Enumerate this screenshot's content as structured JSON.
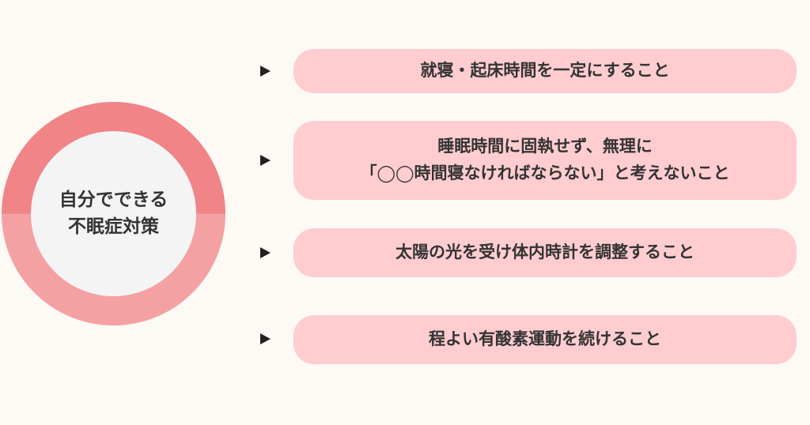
{
  "center": {
    "title": "自分でできる\n不眠症対策"
  },
  "items": [
    {
      "label": "就寝・起床時間を一定にすること"
    },
    {
      "label": "睡眠時間に固執せず、無理に\n「◯◯時間寝なければならない」と考えないこと"
    },
    {
      "label": "太陽の光を受け体内時計を調整すること"
    },
    {
      "label": "程よい有酸素運動を続けること"
    }
  ],
  "colors": {
    "background": "#fdf9f5",
    "ring_top": "#f08487",
    "ring_bottom": "#f4a1a4",
    "center_fill": "#f4f4f5",
    "pill_fill": "#ffcdd0",
    "text": "#333333",
    "arrow": "#222222"
  },
  "icons": {
    "bullet": "triangle-right-icon"
  }
}
